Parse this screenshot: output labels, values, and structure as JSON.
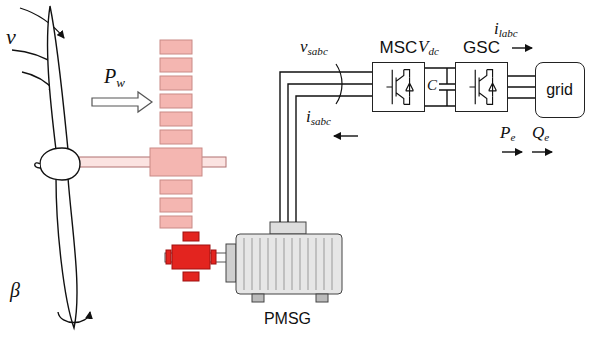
{
  "diagram": {
    "nodes": [
      {
        "text": [
          "PMSG"
        ]
      },
      {
        "text": [
          "MSC"
        ]
      },
      {
        "text": [
          "GSC"
        ]
      },
      {
        "text": [
          "grid"
        ]
      }
    ],
    "edges": [
      {
        "from": 0,
        "to": 1,
        "arrow": "none"
      },
      {
        "from": 1,
        "to": 2,
        "arrow": "none"
      },
      {
        "from": 2,
        "to": 3,
        "arrow": "none"
      }
    ],
    "labels": [
      "v",
      "Pw",
      "β",
      "vsabc",
      "isabc",
      "Vdc",
      "C",
      "ilabc",
      "Pe",
      "Qe"
    ]
  }
}
